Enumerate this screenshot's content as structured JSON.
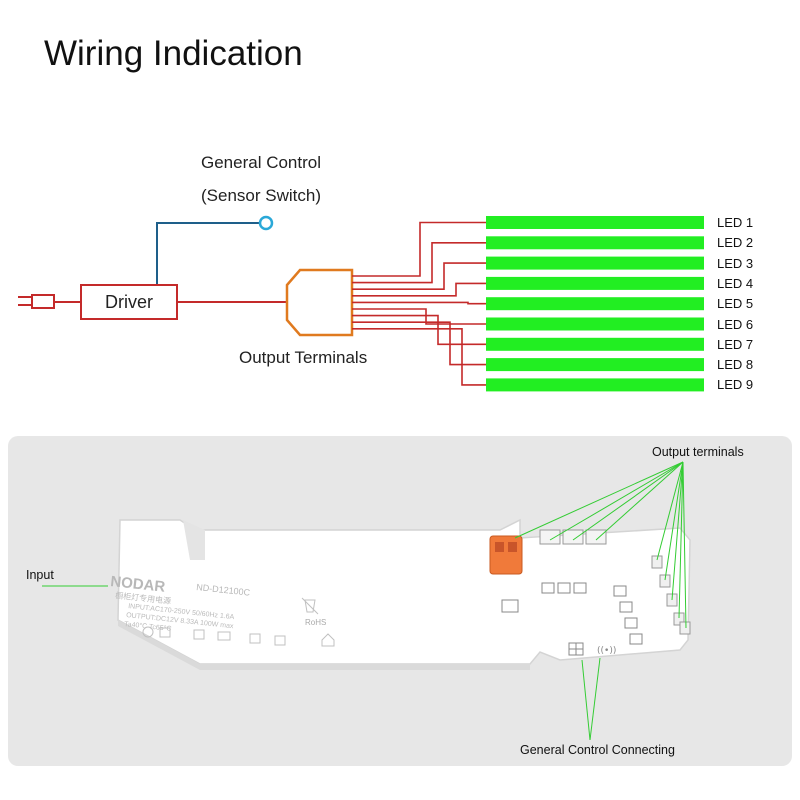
{
  "title": "Wiring Indication",
  "diagram": {
    "general_control_line1": "General Control",
    "general_control_line2": "(Sensor Switch)",
    "driver_label": "Driver",
    "output_terminals_label": "Output Terminals",
    "leds": [
      "LED 1",
      "LED 2",
      "LED 3",
      "LED 4",
      "LED 5",
      "LED 6",
      "LED 7",
      "LED 8",
      "LED 9"
    ],
    "colors": {
      "wire": "#c42a2a",
      "control_wire": "#1e5f8a",
      "terminal_block": "#e07a1f",
      "led_strip": "#22ee22"
    }
  },
  "photo": {
    "input_label": "Input",
    "output_terminals_label": "Output terminals",
    "general_control_label": "General Control Connecting",
    "brand": "NODAR",
    "model": "ND-D12100C",
    "spec_lines": [
      "INPUT:AC170-250V 50/60Hz 1.6A",
      "OUTPUT:DC12V 8.33A 100W max",
      "Ta40°C Tc65°C"
    ],
    "cn_text": "橱柜灯专用电源",
    "rohs": "RoHS",
    "colors": {
      "annotation_line": "#33cc33"
    }
  }
}
